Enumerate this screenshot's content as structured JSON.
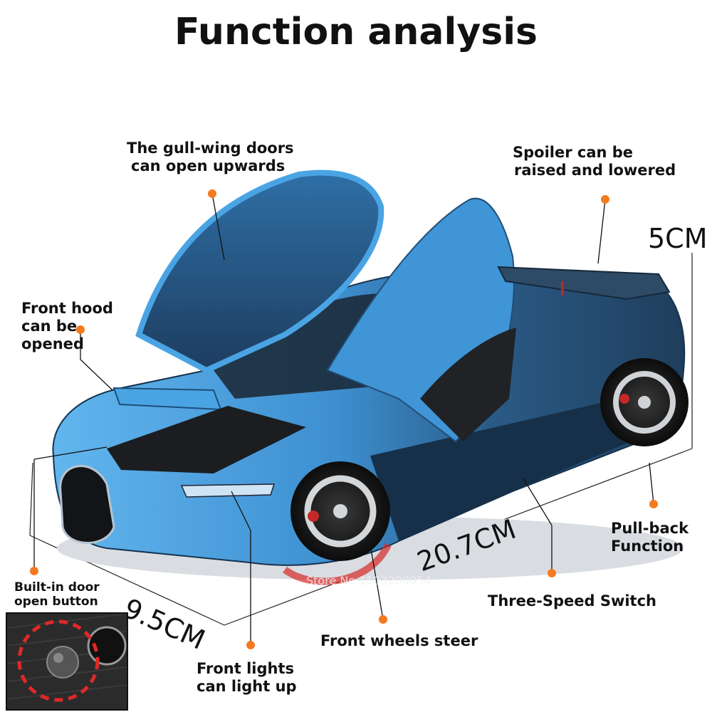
{
  "title": "Function analysis",
  "labels": {
    "gull_wing": [
      "The gull-wing doors",
      "can open upwards"
    ],
    "spoiler": [
      "Spoiler can be",
      "raised and lowered"
    ],
    "hood": [
      "Front hood",
      "can be",
      "opened"
    ],
    "pullback": [
      "Pull-back",
      "Function"
    ],
    "door_button": [
      "Built-in door",
      "open button"
    ],
    "three_speed": "Three-Speed Switch",
    "front_wheels": "Front wheels steer",
    "front_lights": [
      "Front lights",
      "can light up"
    ]
  },
  "dimensions": {
    "height": "5CM",
    "length": "20.7CM",
    "width": "9.5CM"
  },
  "watermark": "Store No.1103200054",
  "colors": {
    "accent_dot": "#f47a20",
    "body_blue": "#3d8fd0",
    "body_dark": "#1f3e5c",
    "leader_line": "#111111"
  }
}
